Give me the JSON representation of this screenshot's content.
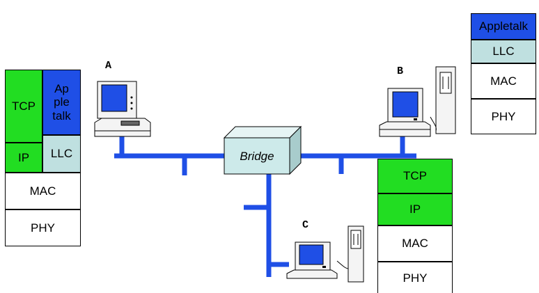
{
  "colors": {
    "tcp": "#22dd22",
    "appletalk": "#1f4fe6",
    "llc": "#bfe0e0",
    "plain": "#ffffff",
    "network": "#1f4fe6",
    "bridge": "#cdeaea"
  },
  "nodes": {
    "a_label": "A",
    "b_label": "B",
    "c_label": "C"
  },
  "bridge": {
    "label": "Bridge"
  },
  "stack_a": {
    "tcp": "TCP",
    "appletalk": "Ap ple talk",
    "ip": "IP",
    "llc": "LLC",
    "mac": "MAC",
    "phy": "PHY"
  },
  "stack_b": {
    "appletalk": "Appletalk",
    "llc": "LLC",
    "mac": "MAC",
    "phy": "PHY"
  },
  "stack_c": {
    "tcp": "TCP",
    "ip": "IP",
    "mac": "MAC",
    "phy": "PHY"
  },
  "icons": [
    "computer-icon",
    "tower-computer-icon"
  ]
}
